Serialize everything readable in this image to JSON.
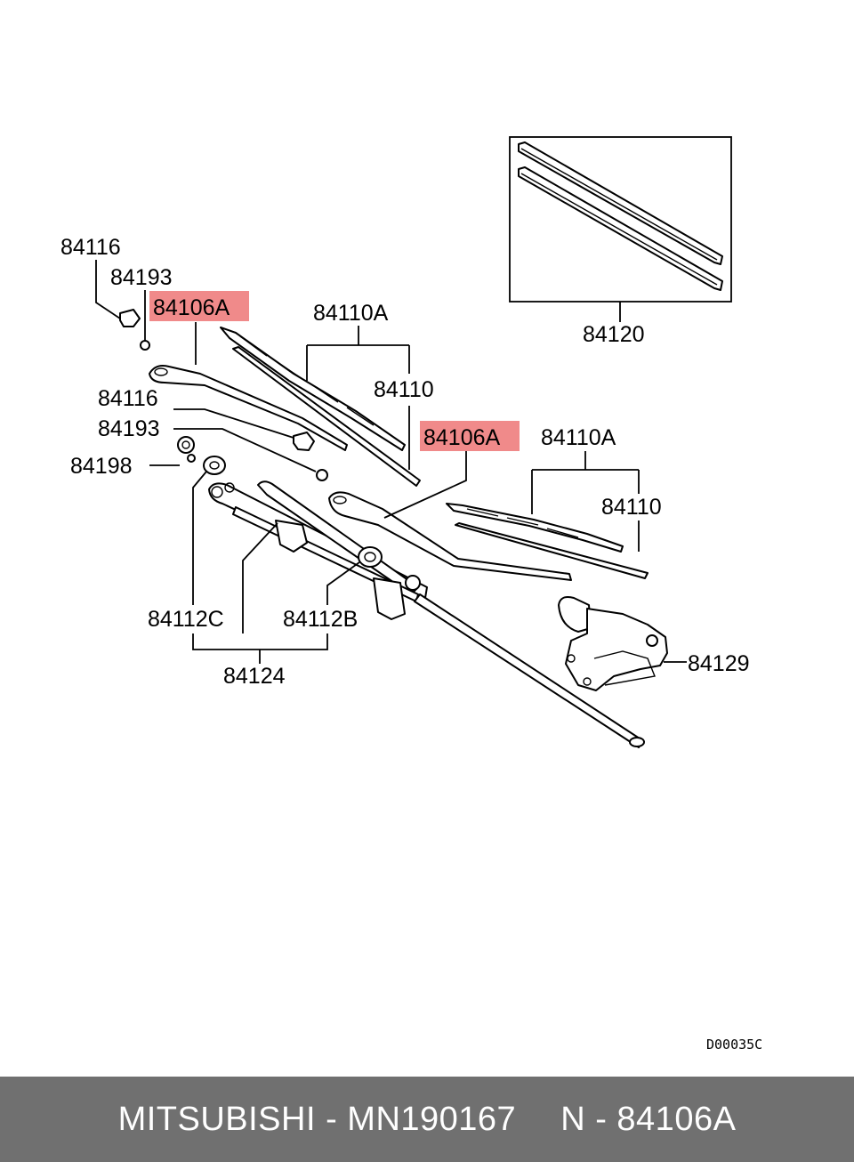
{
  "labels": {
    "l_84116_top": "84116",
    "l_84193_top": "84193",
    "l_84106A_left": "84106A",
    "l_84110A_top": "84110A",
    "l_84110_top": "84110",
    "l_84116_mid": "84116",
    "l_84193_mid": "84193",
    "l_84198": "84198",
    "l_84106A_right": "84106A",
    "l_84110A_right": "84110A",
    "l_84110_right": "84110",
    "l_84120": "84120",
    "l_84112C": "84112C",
    "l_84112B": "84112B",
    "l_84124": "84124",
    "l_84129": "84129"
  },
  "diagram_code": "D00035C",
  "highlight_color": "#f08a8a",
  "footer": {
    "brand_part": "MITSUBISHI - MN190167",
    "ref": "N - 84106A"
  }
}
